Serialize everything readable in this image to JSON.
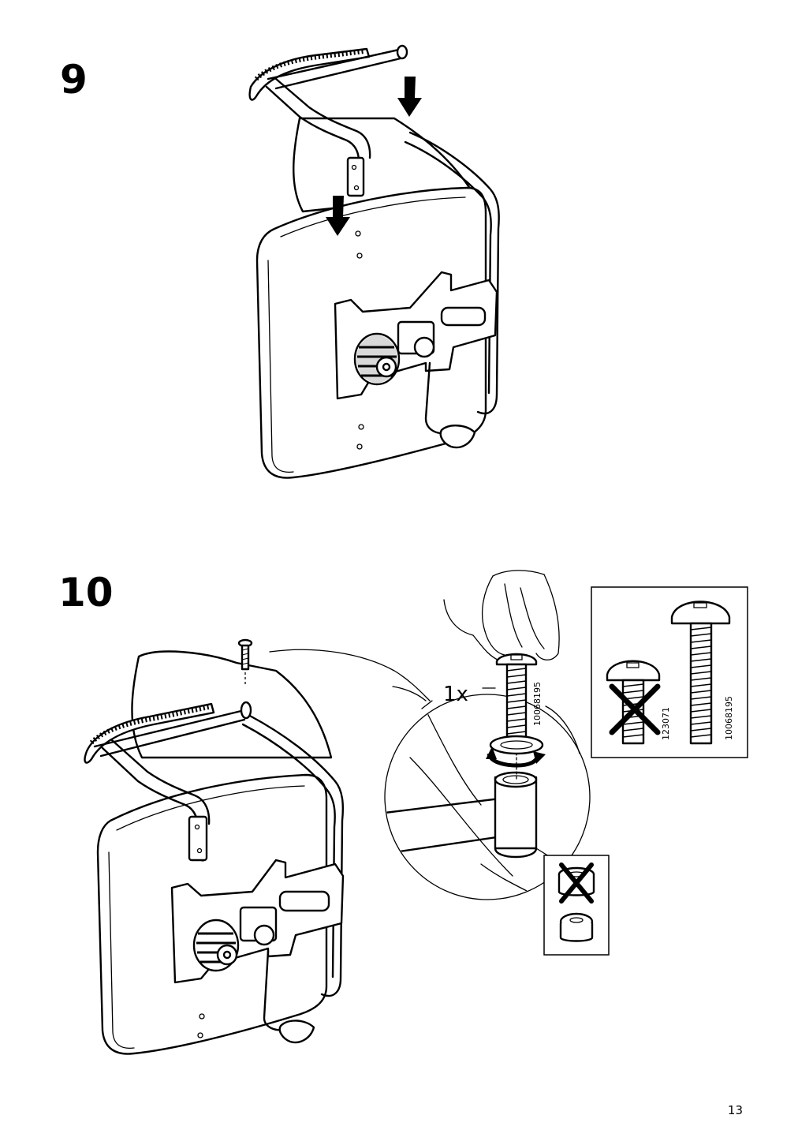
{
  "steps": [
    {
      "number": "9"
    },
    {
      "number": "10"
    }
  ],
  "step10": {
    "quantity": "1x",
    "screw_code": "10068195",
    "compare_wrong_code": "123071",
    "compare_right_code": "10068195"
  },
  "page": {
    "number": "13"
  },
  "icons": [
    "arrow-down-icon",
    "rotate-arrow-icon",
    "wrong-cross-icon",
    "screw-icon",
    "hand-icon"
  ]
}
